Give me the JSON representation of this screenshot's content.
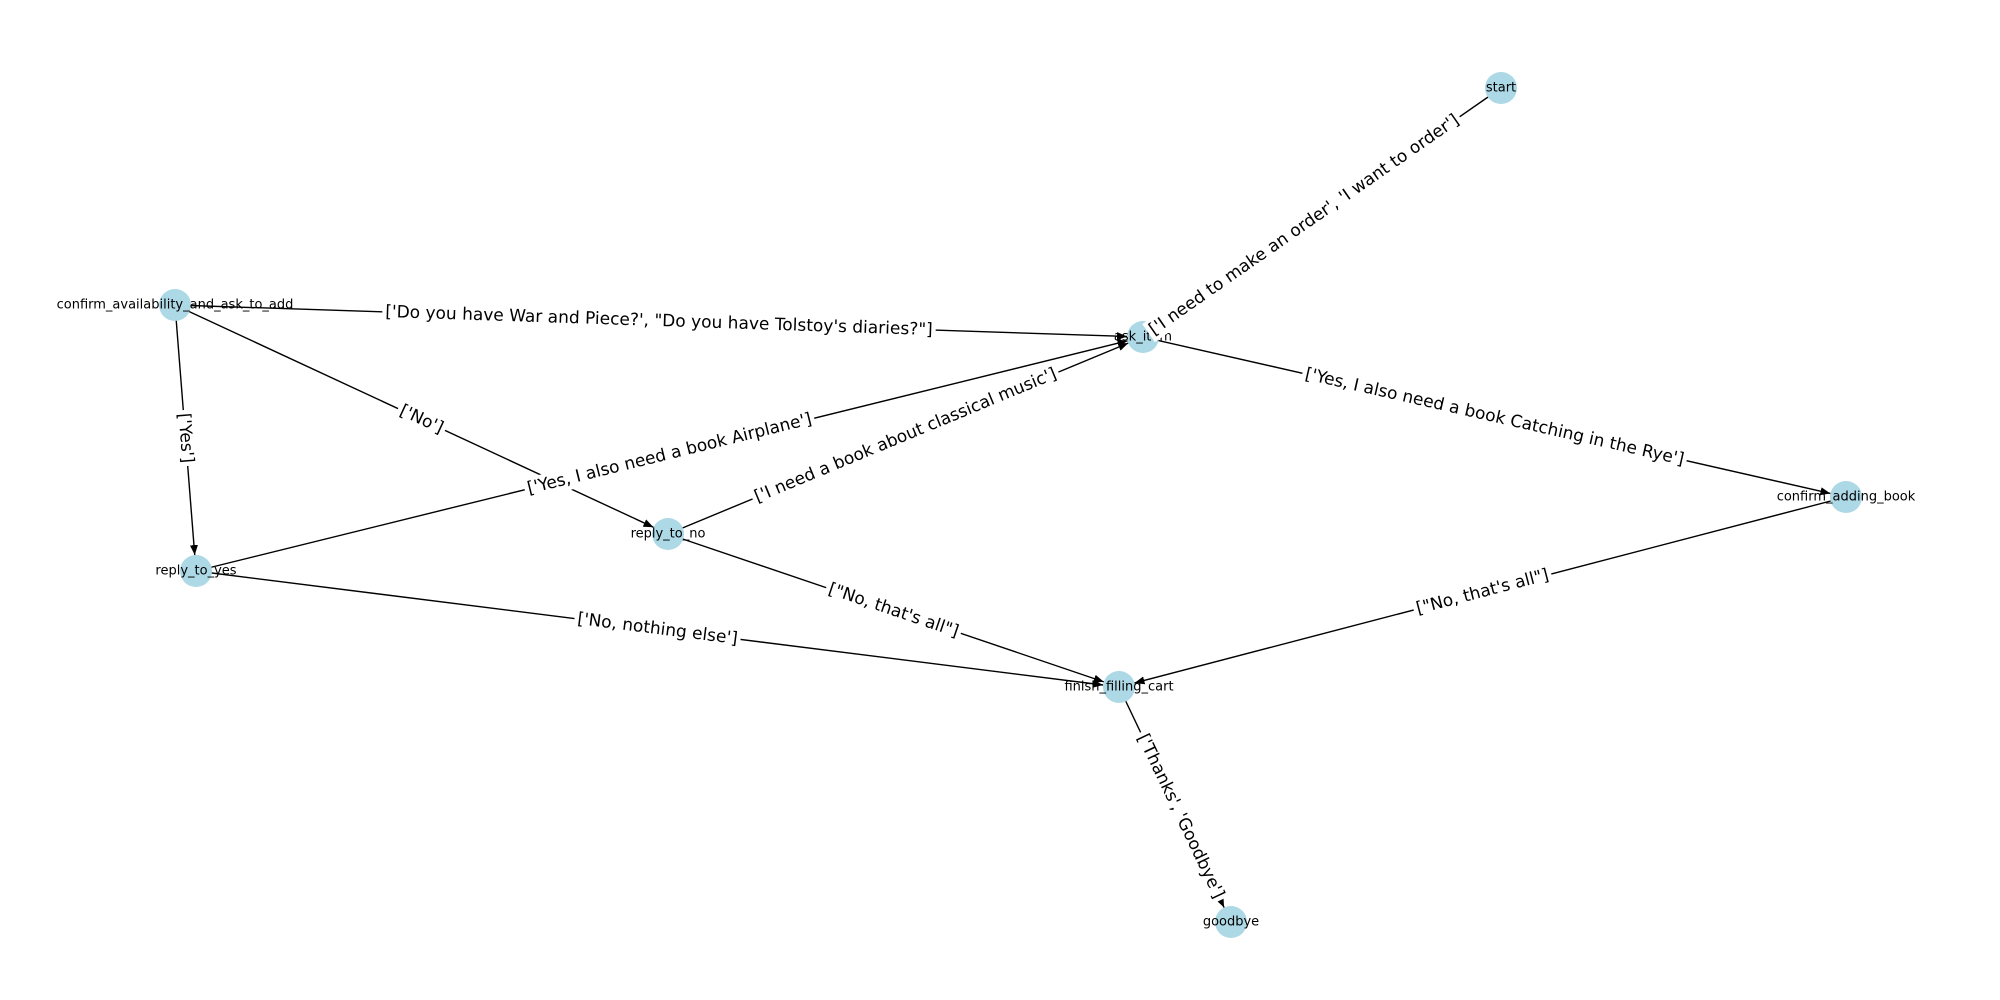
{
  "graph": {
    "node_color": "#add8e6",
    "edge_color": "#000000",
    "nodes": [
      {
        "id": "start",
        "label": "start"
      },
      {
        "id": "ask_item",
        "label": "ask_item"
      },
      {
        "id": "confirm_availability_and_ask_to_add",
        "label": "confirm_availability_and_ask_to_add"
      },
      {
        "id": "reply_to_yes",
        "label": "reply_to_yes"
      },
      {
        "id": "reply_to_no",
        "label": "reply_to_no"
      },
      {
        "id": "confirm_adding_book",
        "label": "confirm_adding_book"
      },
      {
        "id": "finish_filling_cart",
        "label": "finish_filling_cart"
      },
      {
        "id": "goodbye",
        "label": "goodbye"
      }
    ],
    "edges": [
      {
        "from": "start",
        "to": "ask_item",
        "label": "['I need to make an order', 'I want to order']"
      },
      {
        "from": "confirm_availability_and_ask_to_add",
        "to": "ask_item",
        "label": "['Do you have War and Piece?', \"Do you have Tolstoy's diaries?\"]"
      },
      {
        "from": "confirm_availability_and_ask_to_add",
        "to": "reply_to_yes",
        "label": "['Yes']"
      },
      {
        "from": "confirm_availability_and_ask_to_add",
        "to": "reply_to_no",
        "label": "['No']"
      },
      {
        "from": "reply_to_yes",
        "to": "ask_item",
        "label": "['Yes, I also need a book Airplane']"
      },
      {
        "from": "reply_to_no",
        "to": "ask_item",
        "label": "['I need a book about classical music']"
      },
      {
        "from": "ask_item",
        "to": "confirm_adding_book",
        "label": "['Yes, I also need a book Catching in the Rye']"
      },
      {
        "from": "reply_to_yes",
        "to": "finish_filling_cart",
        "label": "['No, nothing else']"
      },
      {
        "from": "reply_to_no",
        "to": "finish_filling_cart",
        "label": "[\"No, that's all\"]"
      },
      {
        "from": "confirm_adding_book",
        "to": "finish_filling_cart",
        "label": "[\"No, that's all\"]"
      },
      {
        "from": "finish_filling_cart",
        "to": "goodbye",
        "label": "['Thanks', 'Goodbye']"
      }
    ]
  }
}
